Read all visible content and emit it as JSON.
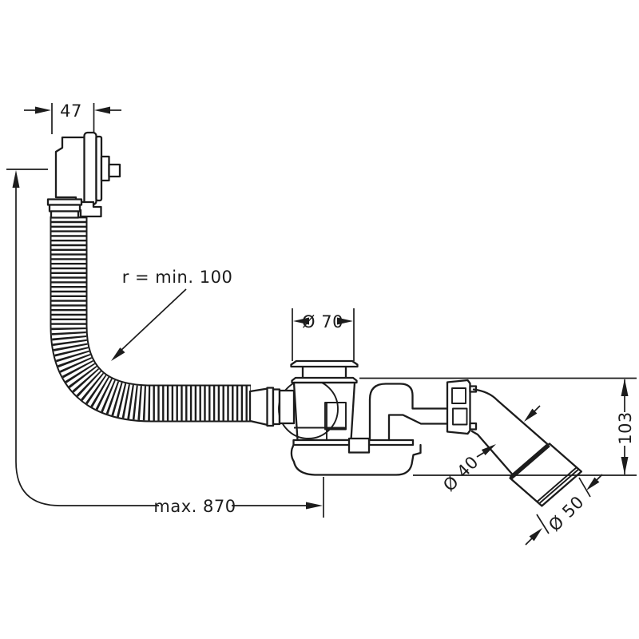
{
  "diagram": {
    "type": "technical-drawing",
    "colors": {
      "line": "#1c1c1c",
      "background": "#ffffff"
    },
    "dimensions": {
      "knob_depth": "47",
      "bend_radius": "r = min. 100",
      "flange_diameter": "Ø 70",
      "hose_length": "max. 870",
      "pipe_diameter": "Ø 40",
      "socket_diameter": "Ø 50",
      "outlet_height": "103"
    },
    "parts": [
      "overflow-unit",
      "flexible-hose",
      "waste-valve",
      "trap",
      "outlet-pipe",
      "outlet-socket"
    ]
  }
}
